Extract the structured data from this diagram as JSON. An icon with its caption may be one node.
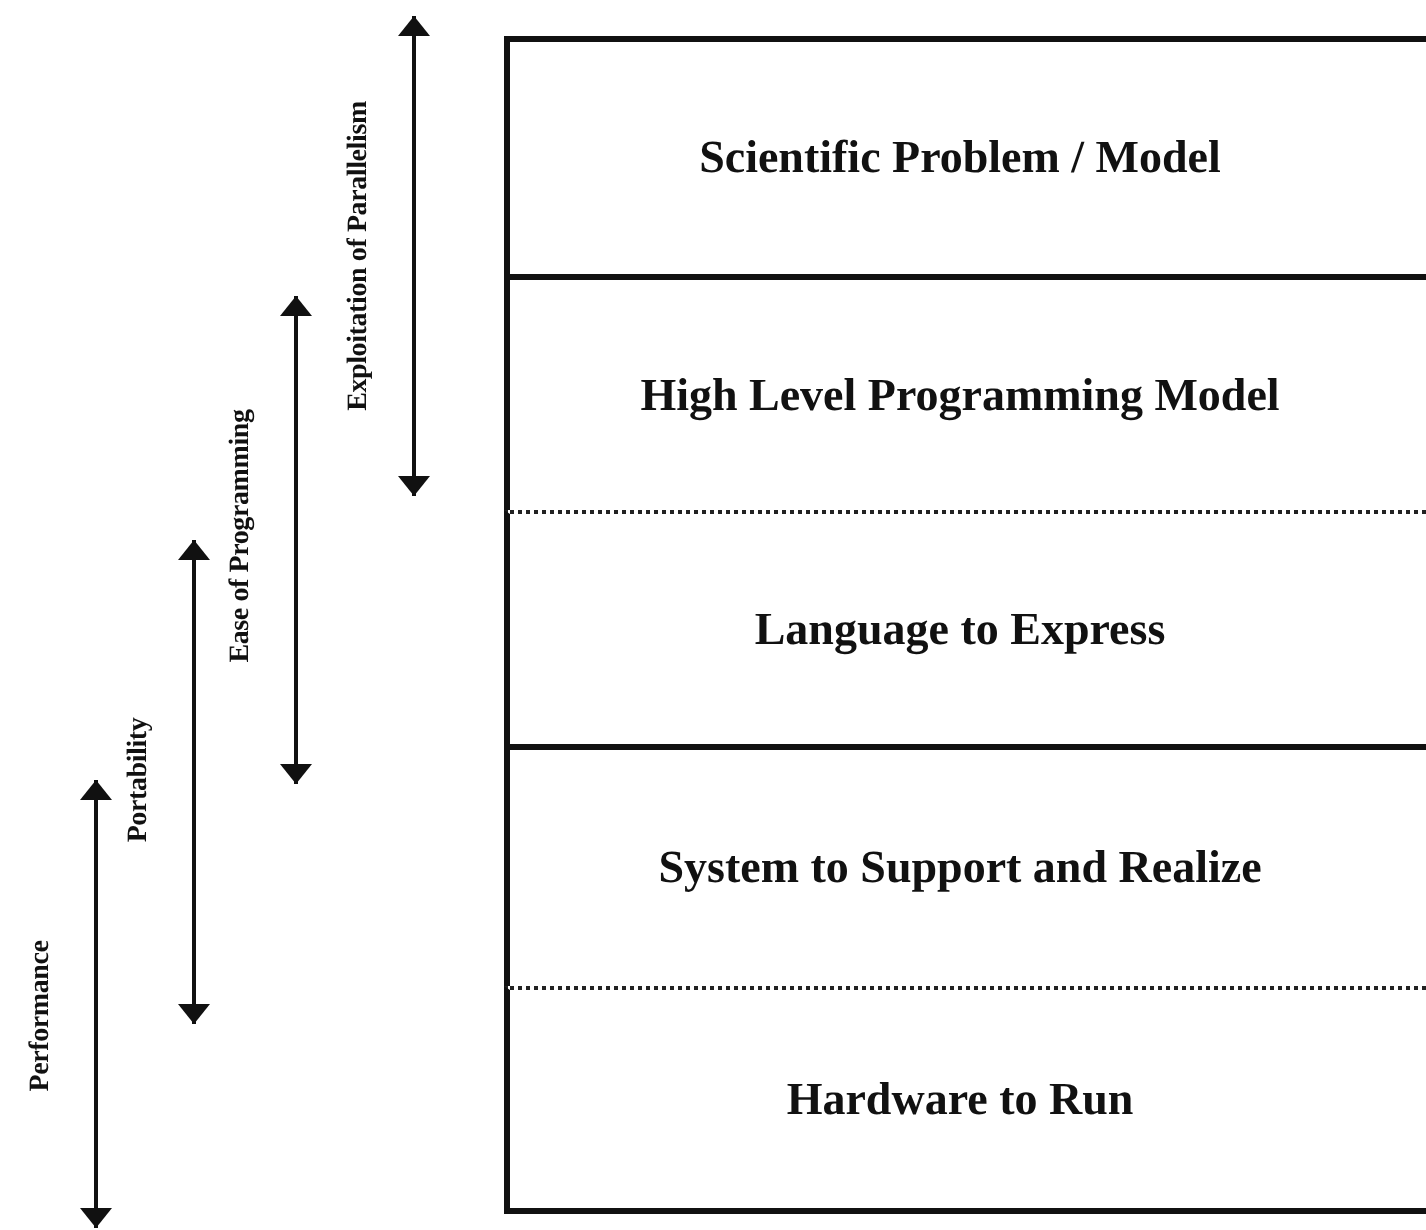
{
  "diagram": {
    "nodes": [
      {
        "text": [
          "Scientific Problem / Model"
        ]
      },
      {
        "text": [
          "High Level Programming Model"
        ]
      },
      {
        "text": [
          "Language to Express"
        ]
      },
      {
        "text": [
          "System to Support and Realize"
        ]
      },
      {
        "text": [
          "Hardware to Run"
        ]
      }
    ],
    "labels": [
      "Exploitation of Parallelism",
      "Ease of Programming",
      "Portability",
      "Performance"
    ]
  }
}
